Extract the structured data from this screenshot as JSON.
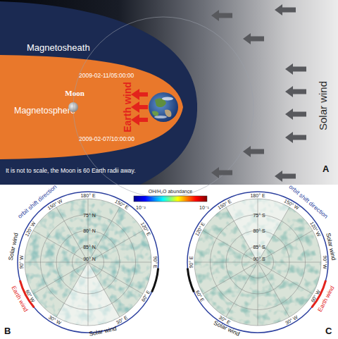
{
  "diagram": {
    "nodes": [
      {
        "text": [
          "Magnetosheath"
        ]
      },
      {
        "text": [
          "2009-02-11/05:00:00",
          "Magnetosphere",
          "Earth wind",
          "2009-02-07/10:00:00"
        ],
        "in": 0
      },
      {
        "text": [
          "Moon"
        ],
        "in": 1
      }
    ],
    "labels": [
      "Solar wind",
      "It is not to scale, the Moon is 60 Earth radii away.",
      "A",
      "OH/H₂O abundance",
      "10⁻²",
      "10⁻¹",
      "180° E",
      "150° E",
      "120° E",
      "90° E",
      "60° E",
      "30° E",
      "150° W",
      "120° W",
      "90° W",
      "60° W",
      "30° W",
      "75° N",
      "80° N",
      "85° N",
      "90° N",
      "orbit shift direction",
      "Solar wind",
      "Earth wind",
      "Solar wind",
      "B",
      "180° E",
      "150° E",
      "120° E",
      "90° E",
      "60° E",
      "30° E",
      "150° W",
      "120° W",
      "90° W",
      "60° W",
      "30° W",
      "75° S",
      "80° S",
      "85° S",
      "90° S",
      "orbit shift direction",
      "Solar wind",
      "Earth wind",
      "Solar wind",
      "C"
    ]
  }
}
